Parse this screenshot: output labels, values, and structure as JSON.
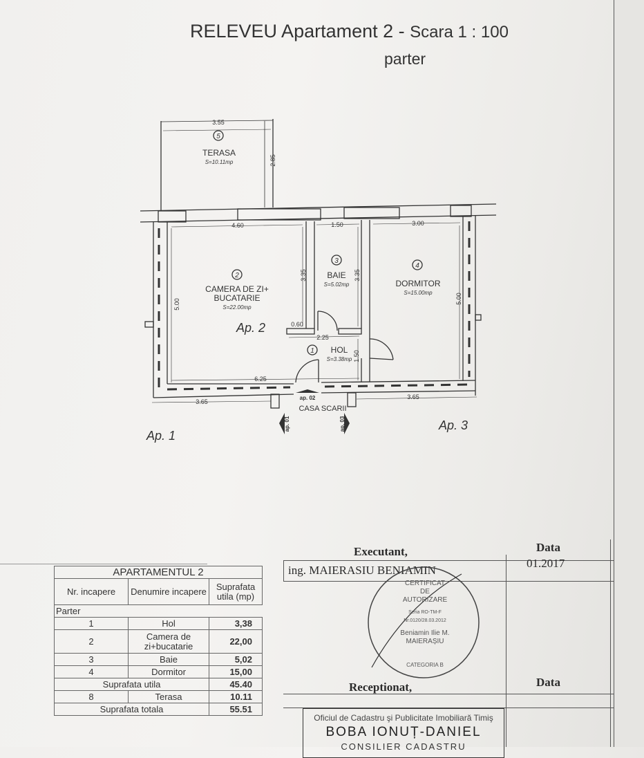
{
  "header": {
    "title": "RELEVEU Apartament 2 - ",
    "scale": "Scara 1 : 100",
    "floor": "parter"
  },
  "plan": {
    "rooms": [
      {
        "nr": "1",
        "name": "HOL",
        "area": "S=3.38mp"
      },
      {
        "nr": "2",
        "name_line1": "CAMERA DE ZI+",
        "name_line2": "BUCATARIE",
        "area": "S=22.00mp"
      },
      {
        "nr": "3",
        "name": "BAIE",
        "area": "S=5.02mp"
      },
      {
        "nr": "4",
        "name": "DORMITOR",
        "area": "S=15.00mp"
      },
      {
        "nr": "5",
        "name": "TERASA",
        "area": "S=10.11mp"
      }
    ],
    "dimensions": {
      "terasa_width": "3.55",
      "terasa_depth": "2.85",
      "camera_width": "4.60",
      "camera_depth": "5.00",
      "camera_partial": "3.35",
      "baie_width": "1.50",
      "baie_depth": "3.35",
      "dormitor_width": "3.00",
      "dormitor_depth": "5.00",
      "nib": "0.60",
      "hol_width": "2.25",
      "hol_depth": "1.50",
      "inner_total": "6.25",
      "left_seg": "3.65",
      "right_seg": "3.65"
    },
    "labels": {
      "ap1": "Ap. 1",
      "ap2": "Ap. 2",
      "ap3": "Ap. 3",
      "stair": "CASA SCARII",
      "ap01": "ap. 01",
      "ap02": "ap. 02",
      "ap03": "ap. 03"
    }
  },
  "table": {
    "title": "APARTAMENTUL 2",
    "columns": [
      "Nr. incapere",
      "Denumire incapere",
      "Suprafata utila (mp)"
    ],
    "section": "Parter",
    "rows": [
      {
        "nr": "1",
        "name": "Hol",
        "area": "3,38"
      },
      {
        "nr": "2",
        "name": "Camera de zi+bucatarie",
        "area": "22,00"
      },
      {
        "nr": "3",
        "name": "Baie",
        "area": "5,02"
      },
      {
        "nr": "4",
        "name": "Dormitor",
        "area": "15,00"
      }
    ],
    "subtotal_label": "Suprafata utila",
    "subtotal": "45.40",
    "extra": {
      "nr": "8",
      "name": "Terasa",
      "area": "10.11"
    },
    "total_label": "Suprafata totala",
    "total": "55.51"
  },
  "executant": {
    "label": "Executant,",
    "name": "ing. MAIERASIU BENIAMIN",
    "date_label": "Data",
    "date": "01.2017",
    "seal": [
      "CERTIFICAT",
      "DE",
      "AUTORIZARE",
      "Seria RO-TM-F Nr.0120/28.03.2012",
      "Beniamin Ilie M.",
      "MAIERAȘIU",
      "CATEGORIA B"
    ]
  },
  "receptionat": {
    "label": "Receptionat,",
    "date_label": "Data",
    "office": "Oficiul de Cadastru şi Publicitate Imobiliară Timiş",
    "name": "BOBA IONUȚ-DANIEL",
    "role": "CONSILIER CADASTRU"
  }
}
